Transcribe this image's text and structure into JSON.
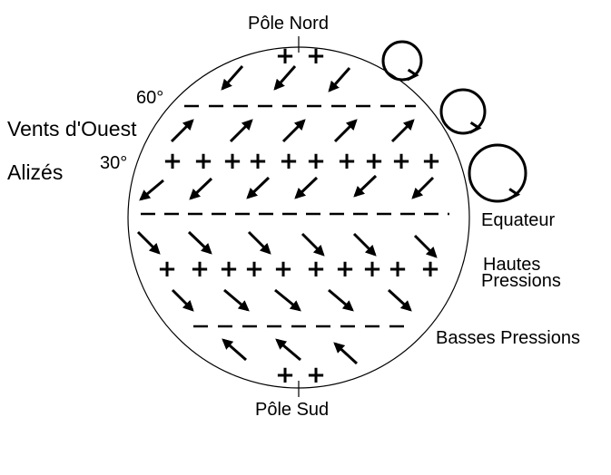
{
  "labels": {
    "north_pole": "Pôle Nord",
    "south_pole": "Pôle Sud",
    "lat_60": "60°",
    "lat_30": "30°",
    "westerlies": "Vents d'Ouest",
    "trade_winds": "Alizés",
    "equator": "Equateur",
    "high_pressure_line1": "Hautes",
    "high_pressure_line2": "Pressions",
    "low_pressure": "Basses Pressions"
  },
  "symbols": {
    "high": "+",
    "low": "–"
  },
  "colors": {
    "ink": "#000000",
    "background": "#ffffff"
  }
}
